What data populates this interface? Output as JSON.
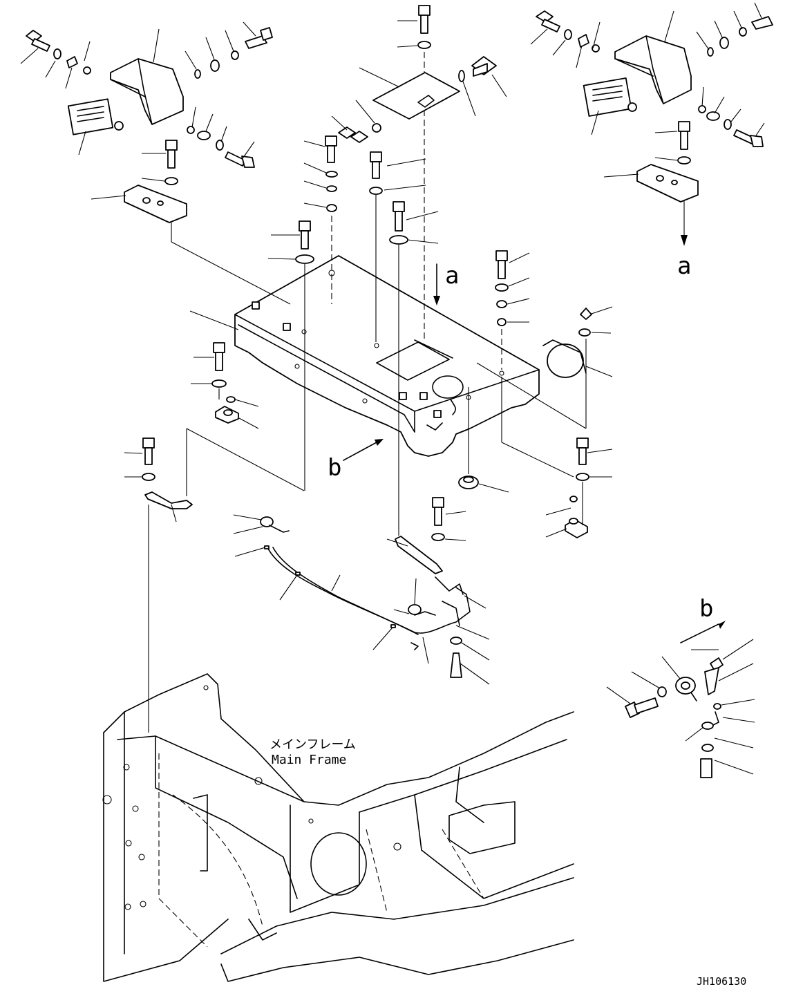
{
  "callouts": {
    "a_top": "a",
    "a_right": "a",
    "b_left": "b",
    "b_right": "b"
  },
  "frame_label": {
    "jp": "メインフレーム",
    "en": "Main Frame"
  },
  "drawing_number": "JH106130"
}
